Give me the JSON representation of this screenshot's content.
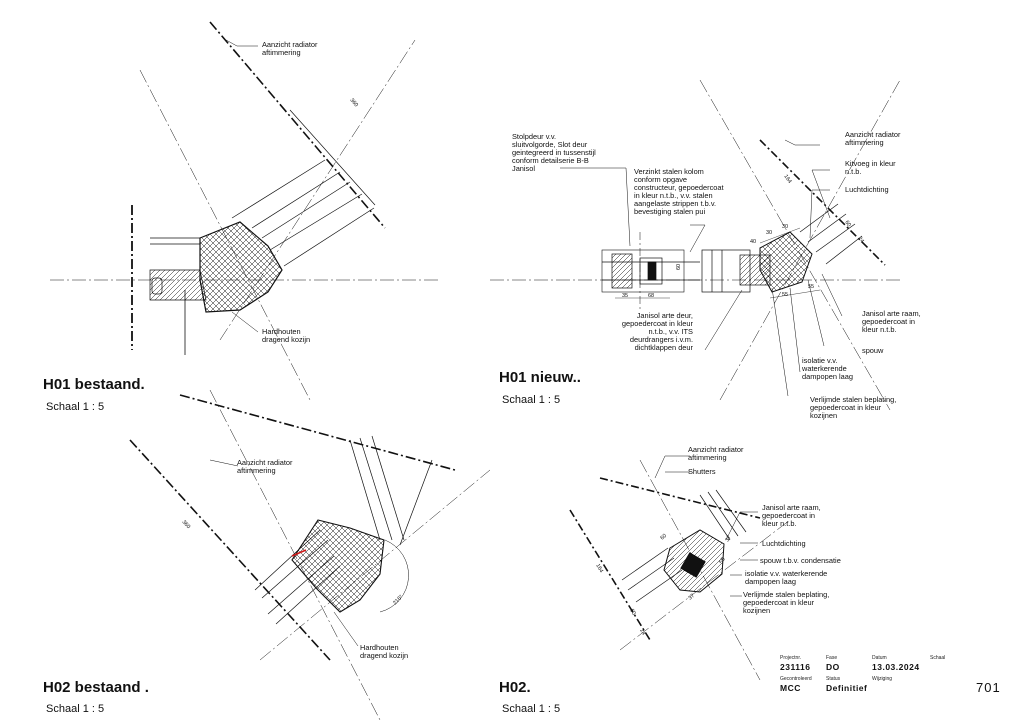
{
  "views": {
    "h01_bestaand": {
      "title": "H01 bestaand.",
      "scale": "Schaal  1 : 5",
      "labels": {
        "radiator": [
          "Aanzicht radiator",
          "aftimmering"
        ],
        "kozijn": [
          "Hardhouten",
          "dragend kozijn"
        ]
      },
      "dims": {
        "d1": "360"
      }
    },
    "h01_nieuw": {
      "title": "H01 nieuw..",
      "scale": "Schaal  1 : 5",
      "labels": {
        "stolpdeur": [
          "Stolpdeur v.v.",
          "sluitvolgorde, Slot deur",
          "geintegreerd in tussenstijl",
          "conform detailserie B-B",
          "Janisol"
        ],
        "kolom": [
          "Verzinkt stalen kolom",
          "conform opgave",
          "constructeur, gepoedercoat",
          "in kleur n.t.b., v.v. stalen",
          "aangelaste strippen t.b.v.",
          "bevestiging stalen pui"
        ],
        "deur": [
          "Janisol arte deur,",
          "gepoedercoat in kleur",
          "n.t.b., v.v. ITS",
          "deurdrangers i.v.m.",
          "dichtklappen deur"
        ],
        "radiator": [
          "Aanzicht radiator",
          "aftimmering"
        ],
        "kitvoeg": [
          "Kitvoeg in kleur",
          "n.t.b."
        ],
        "luchtdichting": [
          "Luchtdichting"
        ],
        "raam": [
          "Janisol arte raam,",
          "gepoedercoat in",
          "kleur n.t.b."
        ],
        "spouw": [
          "spouw"
        ],
        "isolatie": [
          "isolatie v.v.",
          "waterkerende",
          "dampopen laag"
        ],
        "beplating": [
          "Verlijmde stalen beplating,",
          "gepoedercoat in kleur",
          "kozijnen"
        ]
      },
      "dims": {
        "d40": "40",
        "d30a": "30",
        "d30b": "30",
        "d164": "164",
        "d60a": "60",
        "d60b": "60",
        "d35": "35",
        "d68": "68",
        "d55a": "55",
        "d55b": "55",
        "d24": "24"
      }
    },
    "h02_bestaand": {
      "title": "H02 bestaand .",
      "scale": "Schaal  1 : 5",
      "labels": {
        "radiator": [
          "Aanzicht radiator",
          "aftimmering"
        ],
        "kozijn": [
          "Hardhouten",
          "dragend kozijn"
        ]
      },
      "dims": {
        "d360": "360",
        "angle": "216°"
      }
    },
    "h02": {
      "title": "H02.",
      "scale": "Schaal  1 : 5",
      "labels": {
        "radiator": [
          "Aanzicht radiator",
          "aftimmering"
        ],
        "shutters": [
          "Shutters"
        ],
        "raam": [
          "Janisol arte raam,",
          "gepoedercoat in",
          "kleur n.t.b."
        ],
        "luchtdichting": [
          "Luchtdichting"
        ],
        "spouw": [
          "spouw t.b.v. condensatie"
        ],
        "isolatie": [
          "isolatie v.v. waterkerende",
          "dampopen laag"
        ],
        "beplating": [
          "Verlijmde stalen beplating,",
          "gepoedercoat in kleur",
          "kozijnen"
        ]
      },
      "dims": {
        "d164": "164",
        "d60a": "60",
        "d60b": "60",
        "d37a": "37",
        "d37b": "37",
        "d55": "55",
        "d24": "24"
      }
    }
  },
  "title_block": {
    "projectnr_label": "Projectnr.",
    "projectnr": "231116",
    "fase_label": "Fase",
    "fase": "DO",
    "datum_label": "Datum",
    "datum": "13.03.2024",
    "schaal_label": "Schaal",
    "gecontroleerd_label": "Gecontroleerd",
    "gecontroleerd": "MCC",
    "status_label": "Status",
    "status": "Definitief",
    "wijziging_label": "Wijziging",
    "sheet_number": "701"
  },
  "colors": {
    "line": "#111111",
    "accent_red": "#d01818"
  }
}
